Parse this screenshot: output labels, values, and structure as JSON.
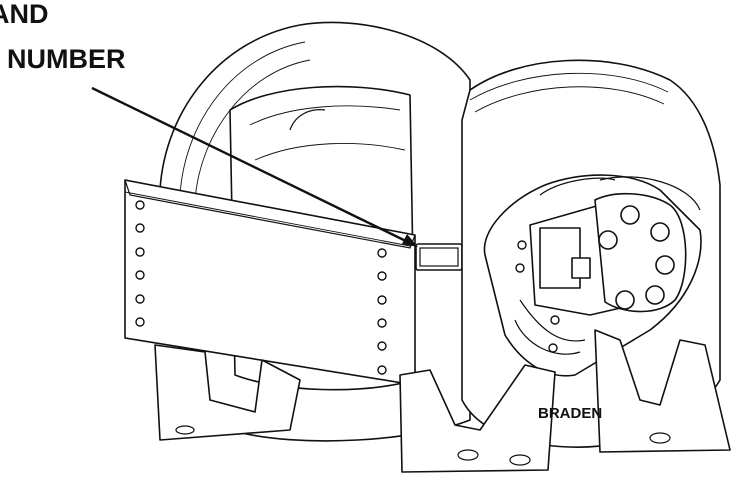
{
  "callout": {
    "line1": "AND",
    "line2": "NUMBER"
  },
  "brand_label": "BRADEN"
}
